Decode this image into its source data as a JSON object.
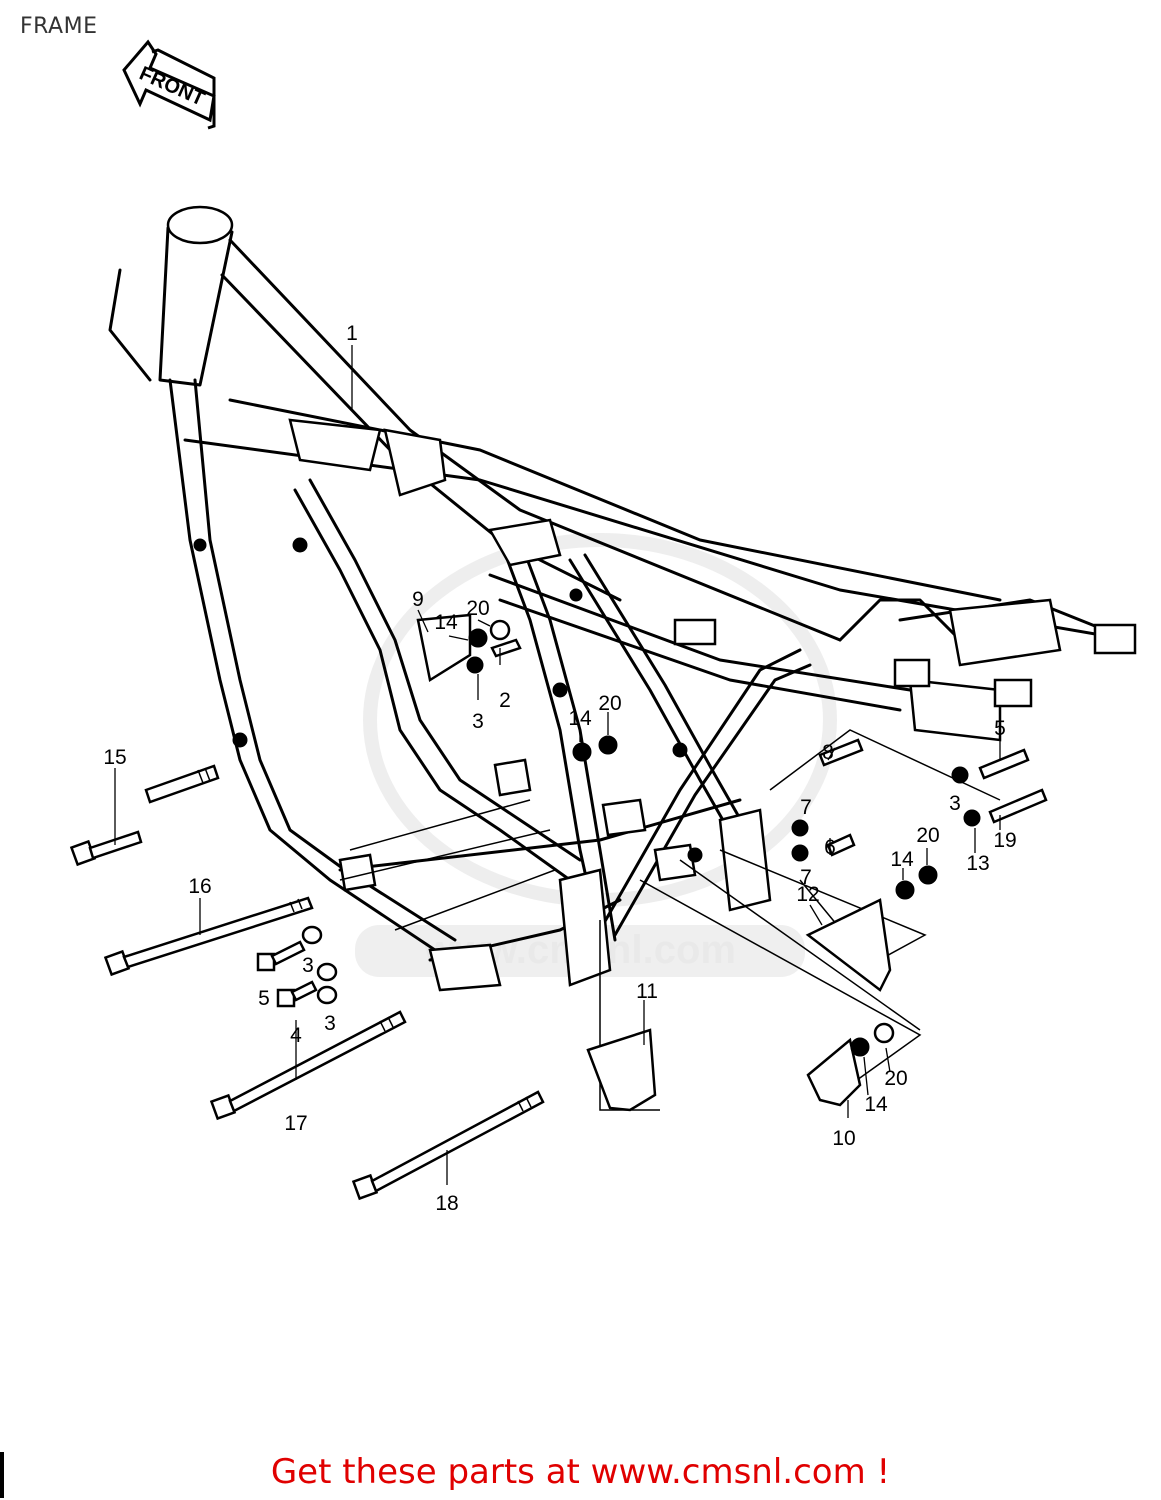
{
  "title": "FRAME",
  "direction_indicator": "FRONT",
  "watermark": "www.cmsnl.com",
  "footer": {
    "text": "Get these parts at www.cmsnl.com !",
    "color": "#e00000"
  },
  "callouts": [
    {
      "id": "c1",
      "label": "1"
    },
    {
      "id": "c2",
      "label": "2"
    },
    {
      "id": "c3a",
      "label": "3"
    },
    {
      "id": "c3b",
      "label": "3"
    },
    {
      "id": "c3c",
      "label": "3"
    },
    {
      "id": "c3d",
      "label": "3"
    },
    {
      "id": "c4",
      "label": "4"
    },
    {
      "id": "c5a",
      "label": "5"
    },
    {
      "id": "c5b",
      "label": "5"
    },
    {
      "id": "c6",
      "label": "6"
    },
    {
      "id": "c7a",
      "label": "7"
    },
    {
      "id": "c7b",
      "label": "7"
    },
    {
      "id": "c8",
      "label": "8"
    },
    {
      "id": "c9",
      "label": "9"
    },
    {
      "id": "c10",
      "label": "10"
    },
    {
      "id": "c11",
      "label": "11"
    },
    {
      "id": "c12",
      "label": "12"
    },
    {
      "id": "c13",
      "label": "13"
    },
    {
      "id": "c14a",
      "label": "14"
    },
    {
      "id": "c14b",
      "label": "14"
    },
    {
      "id": "c14c",
      "label": "14"
    },
    {
      "id": "c14d",
      "label": "14"
    },
    {
      "id": "c15",
      "label": "15"
    },
    {
      "id": "c16",
      "label": "16"
    },
    {
      "id": "c17",
      "label": "17"
    },
    {
      "id": "c18",
      "label": "18"
    },
    {
      "id": "c19",
      "label": "19"
    },
    {
      "id": "c20a",
      "label": "20"
    },
    {
      "id": "c20b",
      "label": "20"
    },
    {
      "id": "c20c",
      "label": "20"
    },
    {
      "id": "c20d",
      "label": "20"
    }
  ]
}
